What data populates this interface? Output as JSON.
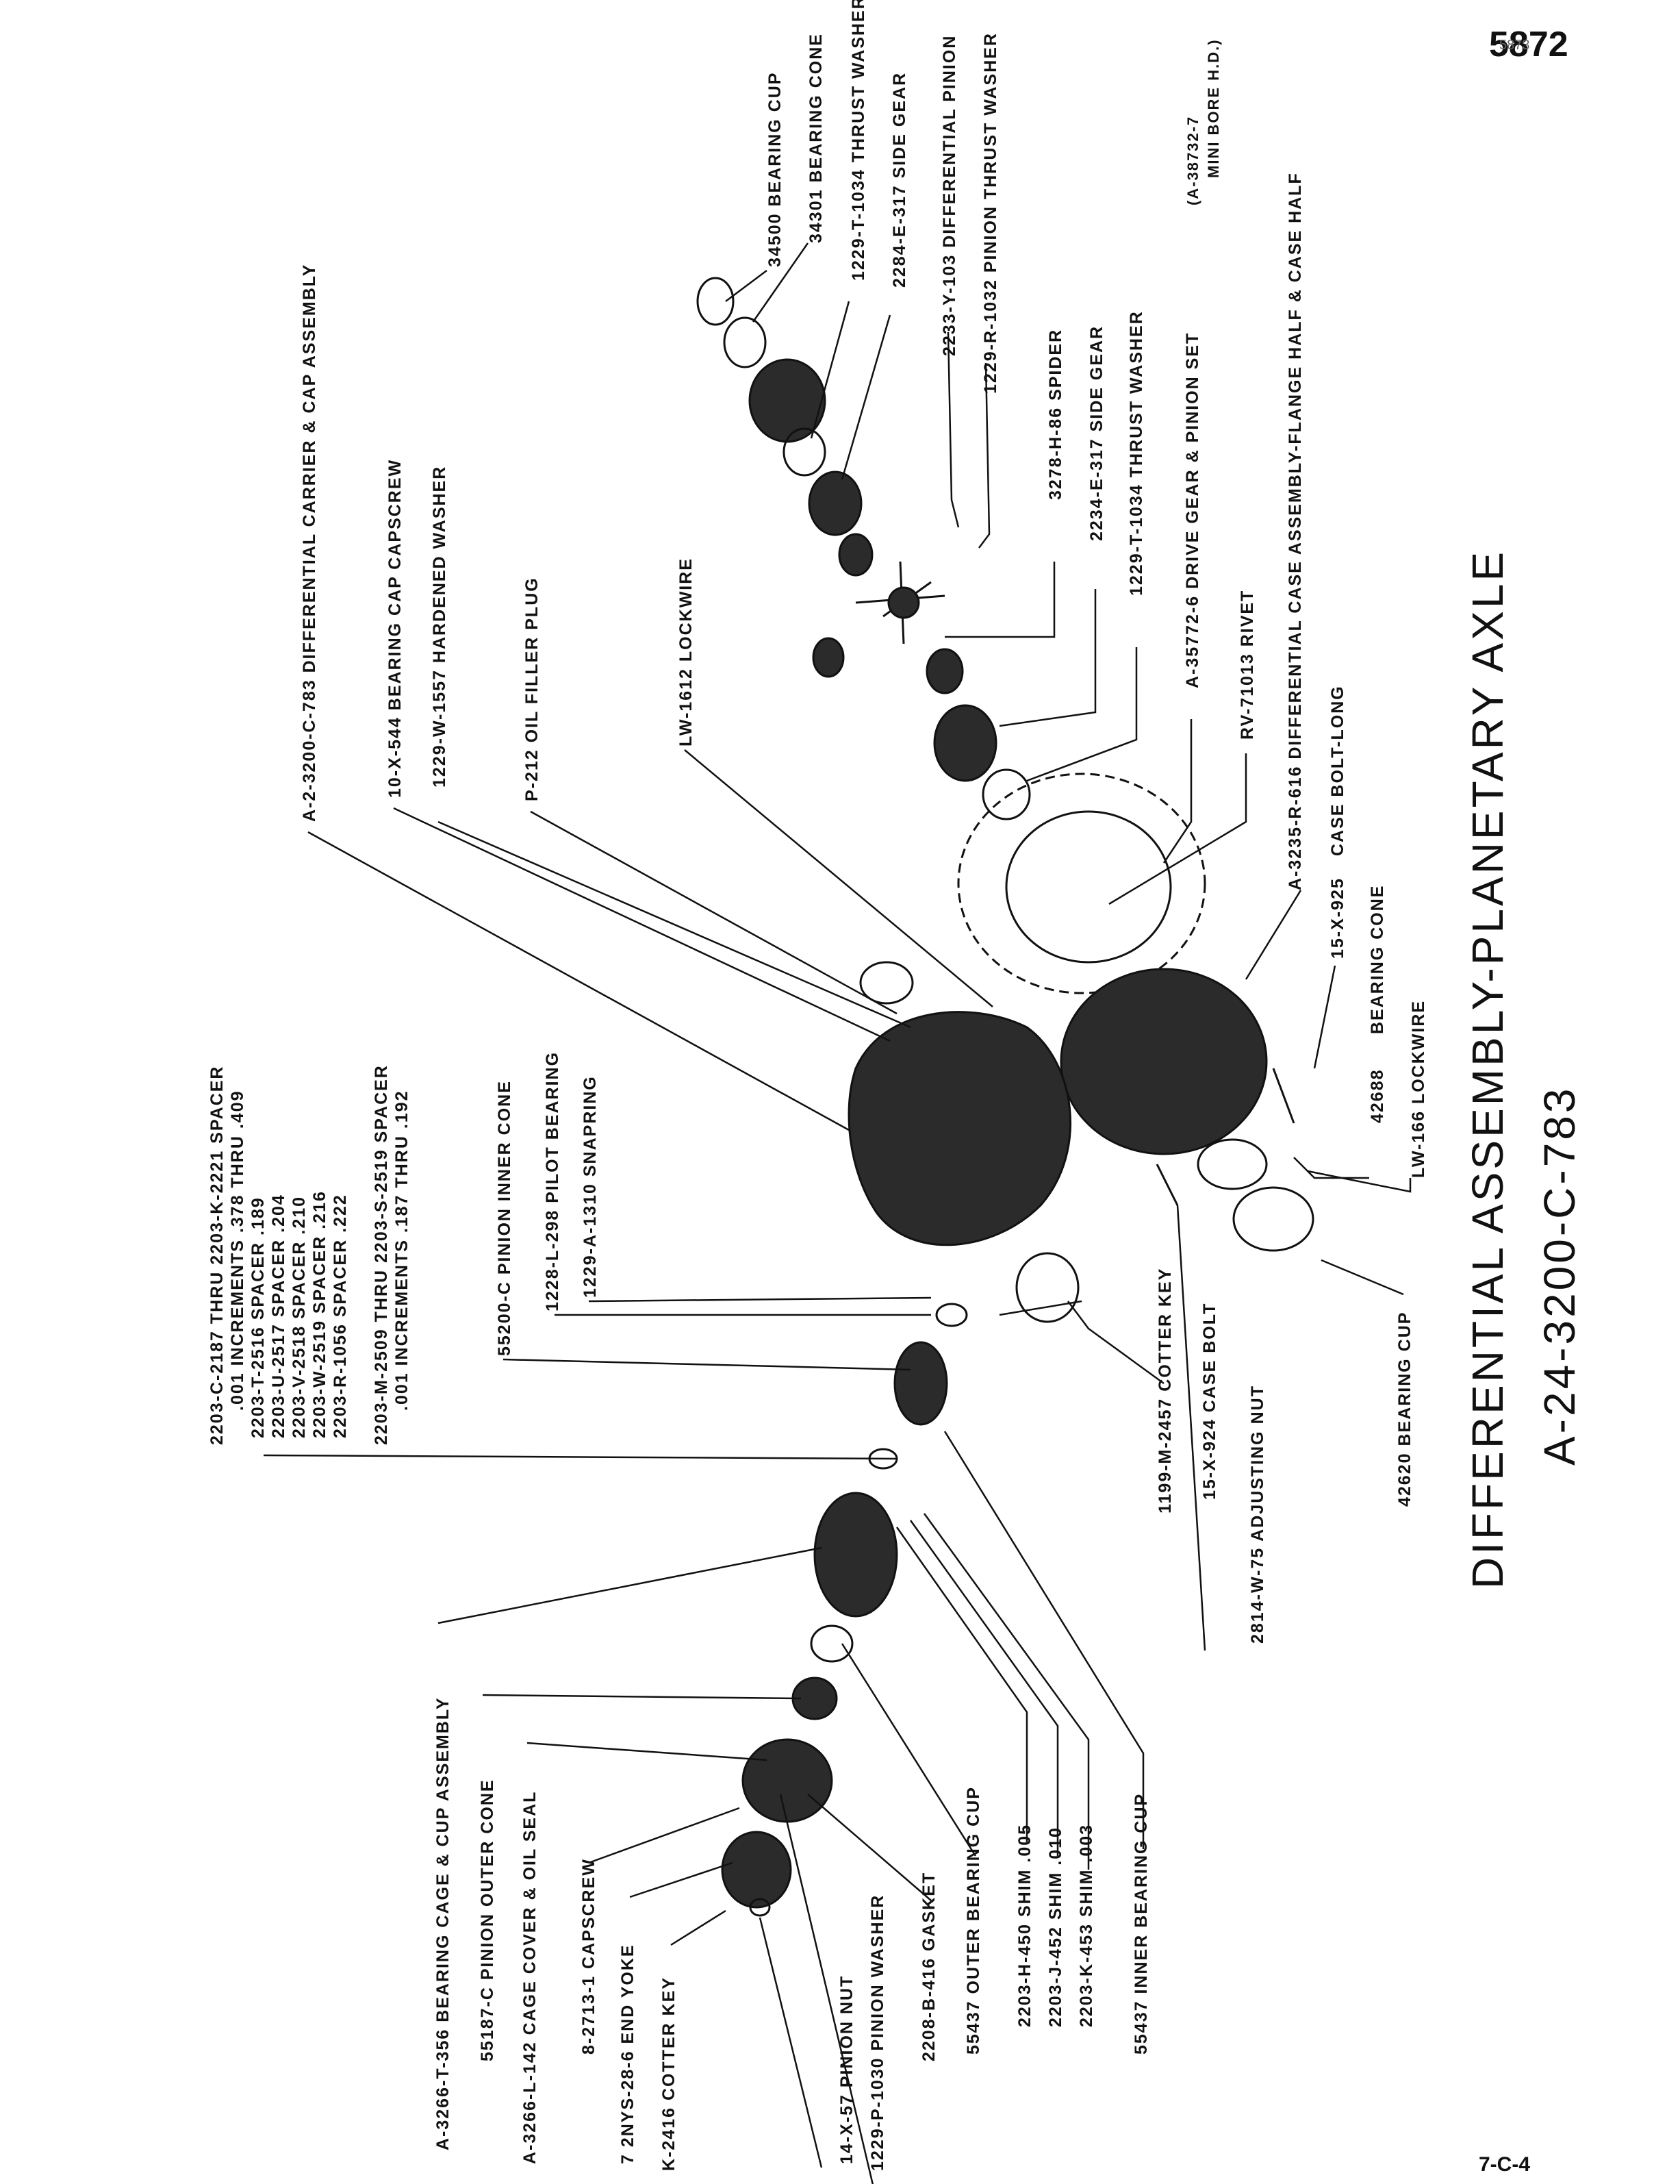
{
  "page_number": "5872",
  "page_number_overlay": "5873",
  "sheet_code": "7-C-4",
  "title": "DIFFERENTIAL  ASSEMBLY-PLANETARY  AXLE",
  "subtitle": "A-24-3200-C-783",
  "labels": {
    "bearing_cup_34500": "34500  BEARING  CUP",
    "bearing_cone_34301": "34301  BEARING  CONE",
    "thrust_washer_1229t1034_top": "1229-T-1034  THRUST  WASHER",
    "side_gear_2284e317": "2284-E-317  SIDE  GEAR",
    "diff_pinion_2233y103": "2233-Y-103  DIFFERENTIAL  PINION",
    "pinion_thrust_washer": "1229-R-1032  PINION  THRUST  WASHER",
    "spider": "3278-H-86  SPIDER",
    "side_gear_2234e317": "2234-E-317  SIDE  GEAR",
    "thrust_washer_1229t1034": "1229-T-1034  THRUST  WASHER",
    "drive_gear_pinion_set": "A-35772-6  DRIVE  GEAR  &  PINION  SET",
    "mini_bore_note_1": "(A-38732-7",
    "mini_bore_note_2": "MINI BORE  H.D.)",
    "rivet": "RV-71013  RIVET",
    "diff_case_assembly": "A-3235-R-616  DIFFERENTIAL  CASE  ASSEMBLY-FLANGE  HALF  &  CASE  HALF",
    "case_bolt_long": "CASE  BOLT-LONG",
    "bearing_cone_42688": "15-X-925",
    "bearing_cone_label": "BEARING  CONE",
    "bearing_cone_num": "42688",
    "lockwire_lw166": "LW-166  LOCKWIRE",
    "diff_carrier": "A-2-3200-C-783  DIFFERENTIAL  CARRIER  &  CAP  ASSEMBLY",
    "bearing_cap_capscrew": "10-X-544  BEARING  CAP  CAPSCREW",
    "hardened_washer": "1229-W-1557  HARDENED  WASHER",
    "oil_filler_plug": "P-212  OIL  FILLER  PLUG",
    "lockwire_lw1612": "LW-1612  LOCKWIRE",
    "spacer_range_1": "2203-C-2187  THRU  2203-K-2221  SPACER",
    "spacer_incr_1": ".001 INCREMENTS  .378  THRU  .409",
    "spacer_189": "2203-T-2516  SPACER  .189",
    "spacer_204": "2203-U-2517  SPACER  .204",
    "spacer_210": "2203-V-2518  SPACER  .210",
    "spacer_216": "2203-W-2519  SPACER  .216",
    "spacer_222": "2203-R-1056  SPACER  .222",
    "spacer_range_2": "2203-M-2509  THRU  2203-S-2519  SPACER",
    "spacer_incr_2": ".001 INCREMENTS  .187 THRU .192",
    "pinion_inner_cone": "55200-C  PINION  INNER  CONE",
    "pilot_bearing": "1228-L-298  PILOT  BEARING",
    "snapring": "1229-A-1310  SNAPRING",
    "cotter_key_1199": "1199-M-2457  COTTER  KEY",
    "case_bolt": "15-X-924  CASE  BOLT",
    "adjusting_nut": "2814-W-75  ADJUSTING  NUT",
    "bearing_cup_42620": "42620  BEARING  CUP",
    "bearing_cage_cup": "A-3266-T-356  BEARING  CAGE  &  CUP  ASSEMBLY",
    "pinion_outer_cone": "55187-C  PINION  OUTER  CONE",
    "cage_cover_oil_seal": "A-3266-L-142  CAGE  COVER  &  OIL  SEAL",
    "capscrew": "8-2713-1  CAPSCREW",
    "end_yoke": "7 2NYS-28-6  END  YOKE",
    "cotter_key_k2416": "K-2416  COTTER  KEY",
    "pinion_nut": "14-X-57  PINION  NUT",
    "pinion_washer": "1229-P-1030  PINION  WASHER",
    "gasket": "2208-B-416  GASKET",
    "outer_bearing_cup": "55437  OUTER  BEARING  CUP",
    "shim_005": "2203-H-450  SHIM  .005",
    "shim_010": "2203-J-452  SHIM  .010",
    "shim_003": "2203-K-453  SHIM  .003",
    "inner_bearing_cup": "55437  INNER  BEARING  CUP"
  }
}
